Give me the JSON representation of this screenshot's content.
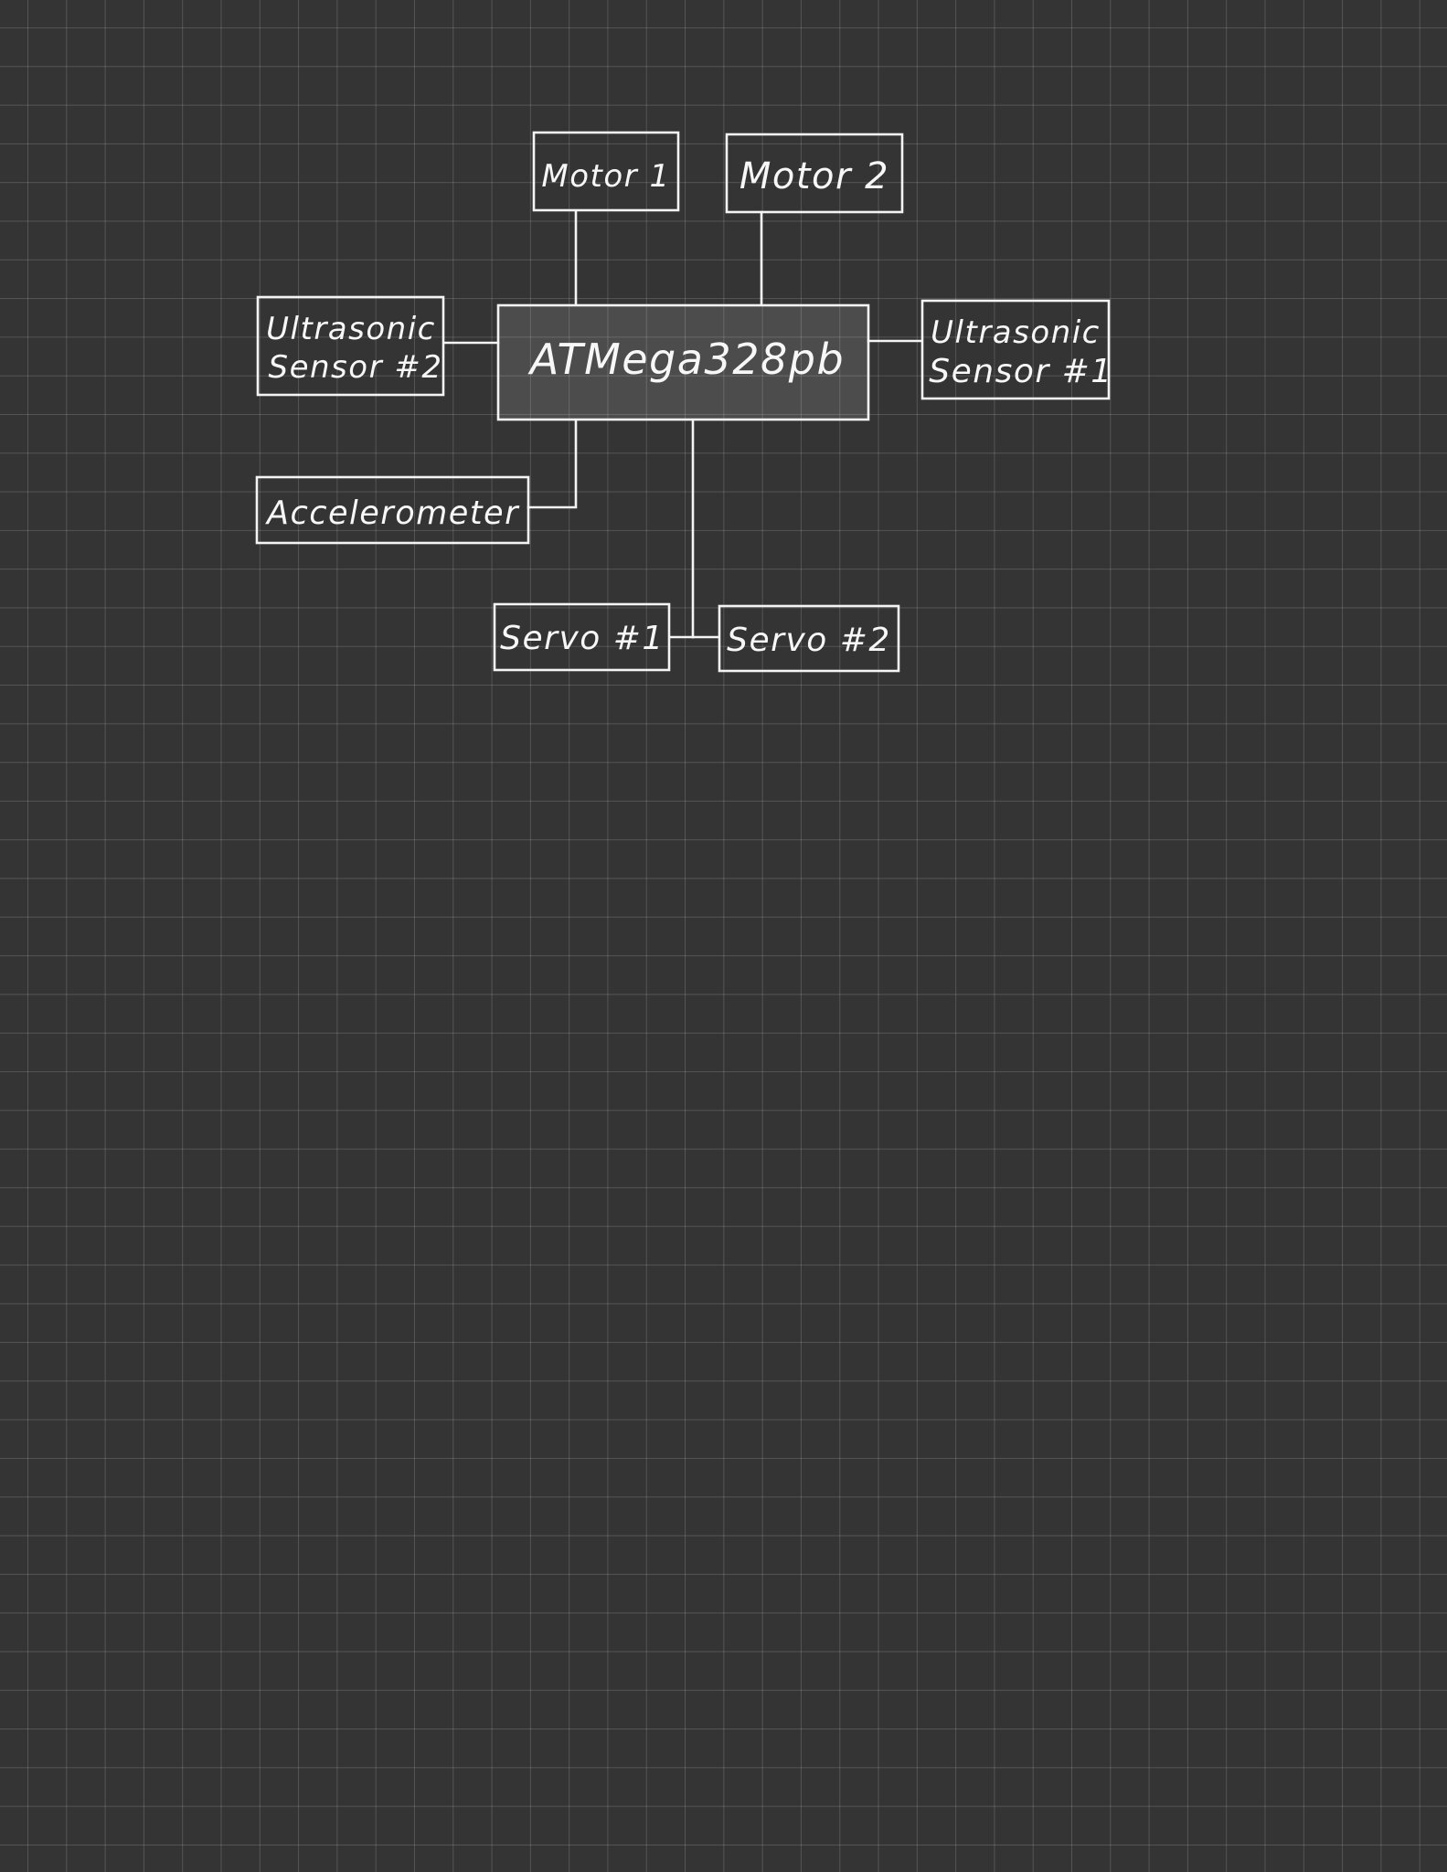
{
  "diagram": {
    "nodes": {
      "mcu": {
        "label": "ATMega328pb"
      },
      "motor1": {
        "label": "Motor 1"
      },
      "motor2": {
        "label": "Motor 2"
      },
      "us2": {
        "line1": "Ultrasonic",
        "line2": "Sensor #2"
      },
      "us1": {
        "line1": "Ultrasonic",
        "line2": "Sensor #1"
      },
      "accel": {
        "label": "Accelerometer"
      },
      "servo1": {
        "label": "Servo #1"
      },
      "servo2": {
        "label": "Servo #2"
      }
    }
  },
  "colors": {
    "background": "#343434",
    "stroke": "#f4f4f4",
    "text": "#f7f7f7"
  }
}
